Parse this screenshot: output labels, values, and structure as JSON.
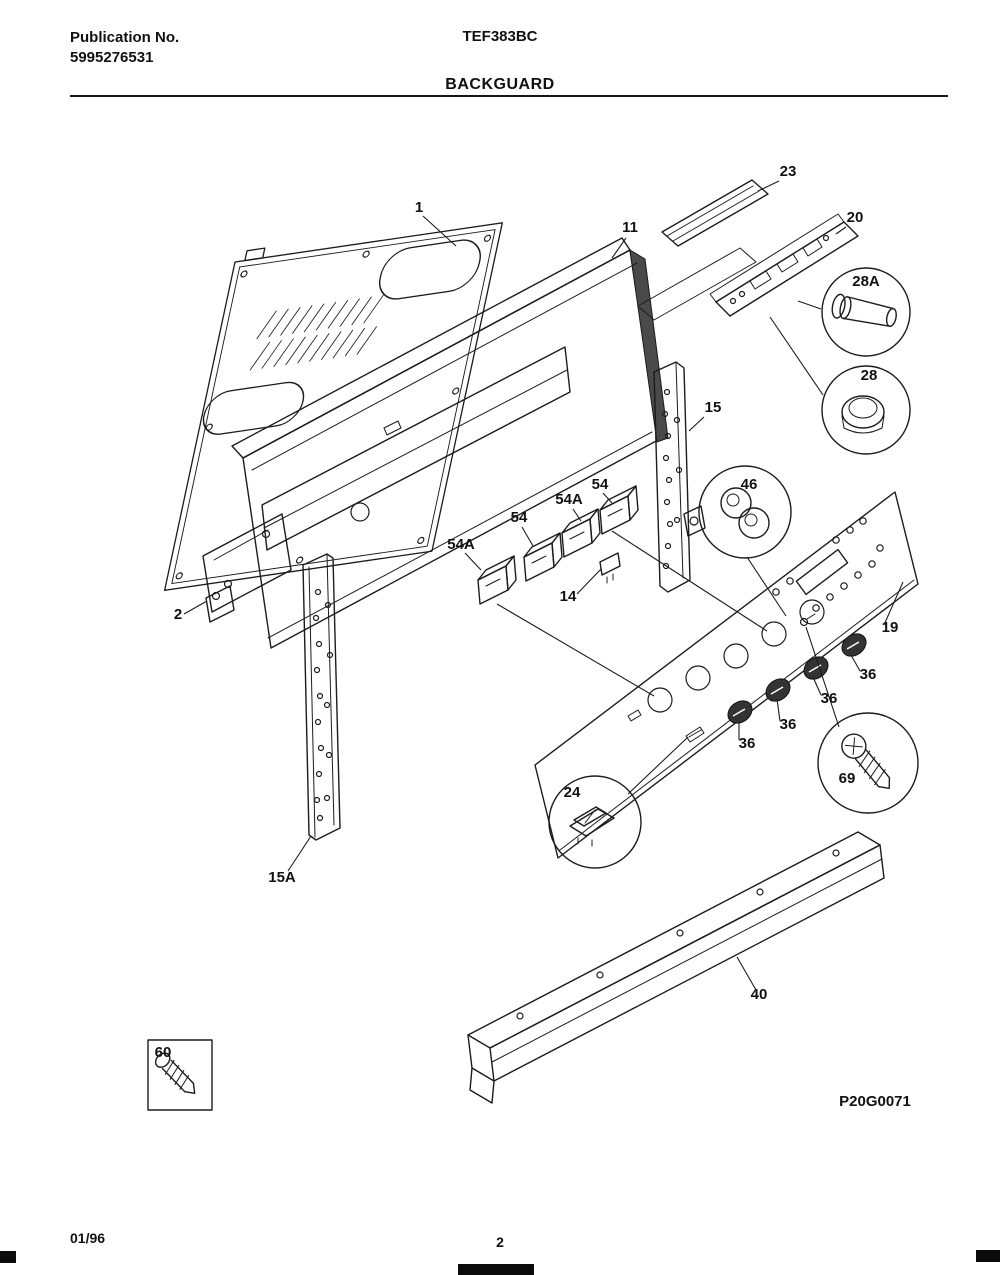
{
  "header": {
    "publication_label": "Publication No.",
    "publication_number": "5995276531",
    "model": "TEF383BC",
    "section_title": "BACKGUARD"
  },
  "diagram": {
    "code": "P20G0071",
    "callouts": {
      "c1": "1",
      "c11": "11",
      "c23": "23",
      "c20": "20",
      "c28a": "28A",
      "c28": "28",
      "c15": "15",
      "c46": "46",
      "c54_a": "54",
      "c54a_a": "54A",
      "c54_b": "54",
      "c54a_b": "54A",
      "c14": "14",
      "c19": "19",
      "c2": "2",
      "c36_a": "36",
      "c36_b": "36",
      "c36_c": "36",
      "c36_d": "36",
      "c15a": "15A",
      "c24": "24",
      "c69": "69",
      "c40": "40",
      "c60": "60"
    }
  },
  "footer": {
    "date": "01/96",
    "page": "2"
  }
}
